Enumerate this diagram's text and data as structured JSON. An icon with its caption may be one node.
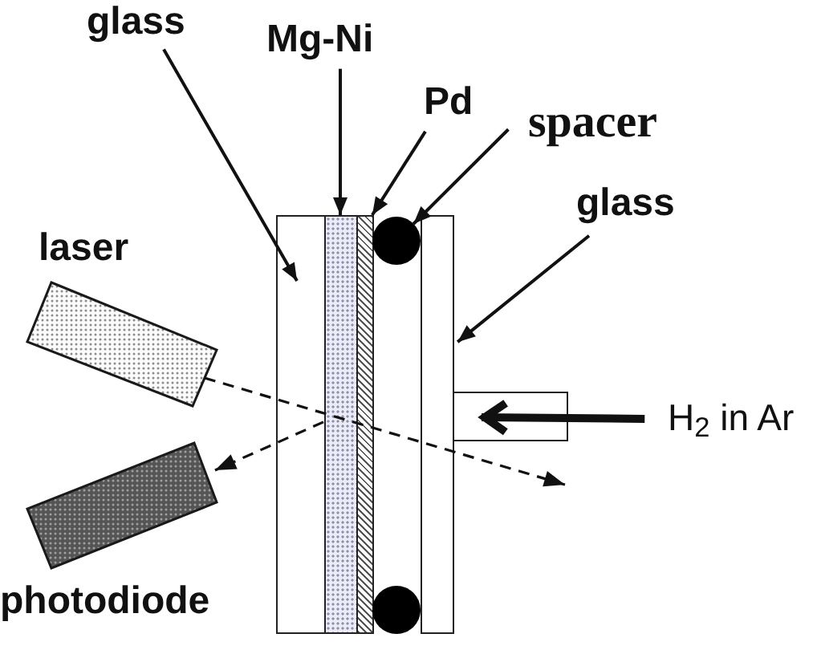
{
  "diagram": {
    "nodes": [
      {
        "text": [
          "glass"
        ]
      },
      {
        "text": [
          "Mg-Ni"
        ]
      },
      {
        "text": [
          "Pd"
        ]
      },
      {
        "text": [
          "spacer"
        ]
      },
      {
        "text": [
          "glass"
        ]
      },
      {
        "text": [
          "laser"
        ]
      },
      {
        "text": [
          "photodiode"
        ]
      },
      {
        "text": [],
        "shape": "box"
      },
      {
        "text": [],
        "shape": "box"
      },
      {
        "text": [],
        "shape": "box"
      },
      {
        "text": [],
        "shape": "circle"
      },
      {
        "text": [],
        "shape": "circle"
      },
      {
        "text": [],
        "shape": "box"
      },
      {
        "text": [],
        "shape": "box"
      },
      {
        "text": [
          "H$_{2}$ in Ar"
        ]
      }
    ],
    "edges": [
      {
        "from": 0,
        "to": 7,
        "arrow": "to"
      },
      {
        "from": 1,
        "to": 8,
        "arrow": "to"
      },
      {
        "from": 2,
        "to": 9,
        "arrow": "to"
      },
      {
        "from": 3,
        "to": 10,
        "arrow": "to"
      },
      {
        "from": 4,
        "to": 12,
        "arrow": "to"
      },
      {
        "from": 14,
        "to": 13,
        "arrow": "to",
        "style": "thick"
      },
      {
        "from": 5,
        "to": null,
        "arrow": "to",
        "style": "dashed"
      },
      {
        "from": 7,
        "to": 6,
        "arrow": "to",
        "style": "dashed"
      }
    ]
  }
}
